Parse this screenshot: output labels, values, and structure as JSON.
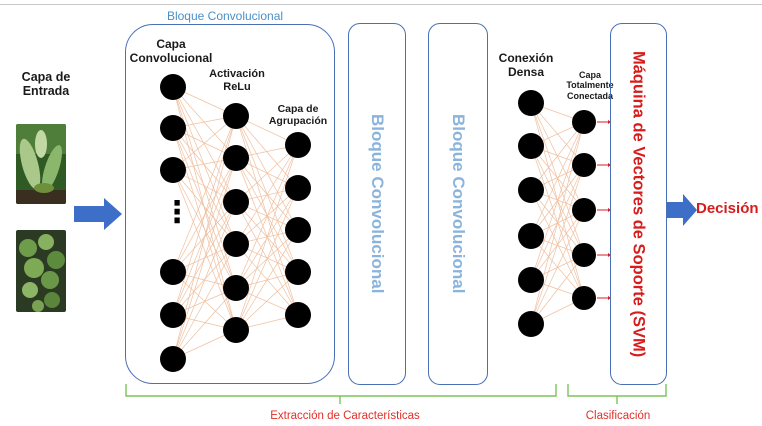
{
  "input": {
    "title": "Capa de Entrada",
    "images": [
      "leaf-photo-1",
      "leaf-photo-2"
    ]
  },
  "conv_block": {
    "title": "Bloque Convolucional",
    "conv_layer_label": "Capa Convolucional",
    "relu_label": "Activación ReLu",
    "pool_label": "Capa de Agrupación",
    "ellipsis": "⋮"
  },
  "conv_block_2": {
    "label": "Bloque Convolucional"
  },
  "conv_block_3": {
    "label": "Bloque Convolucional"
  },
  "dense": {
    "dense_label": "Conexión Densa",
    "fc_label": "Capa Totalmente Conectada"
  },
  "svm": {
    "label": "Máquina de Vectores de Soporte (SVM)"
  },
  "decision": {
    "label": "Decisión"
  },
  "brackets": {
    "feature_extraction": "Extracción de Características",
    "classification": "Clasificación"
  },
  "colors": {
    "block_border": "#4a6fb5",
    "block_text": "#8ab4dc",
    "arrow": "#3d6fc9",
    "connection": "#f0c0a0",
    "red": "#d81c1c",
    "bracket": "#7cc45a",
    "bracket_text": "#e0302a",
    "node": "#000000"
  }
}
